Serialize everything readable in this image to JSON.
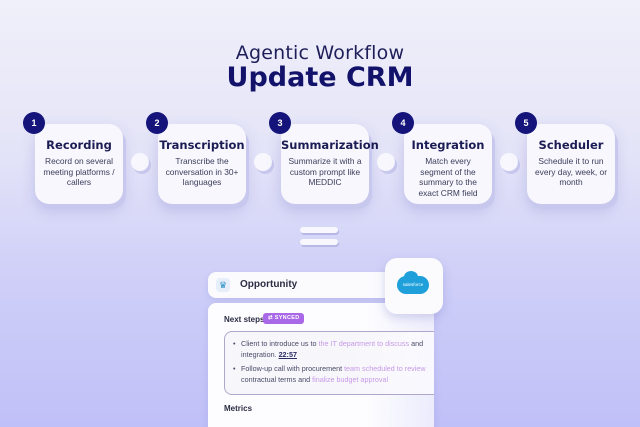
{
  "header": {
    "subtitle": "Agentic Workflow",
    "title": "Update CRM"
  },
  "steps": [
    {
      "number": "1",
      "title": "Recording",
      "description": "Record on several meeting platforms / callers"
    },
    {
      "number": "2",
      "title": "Transcription",
      "description": "Transcribe the conversation in 30+ languages"
    },
    {
      "number": "3",
      "title": "Summarization",
      "description": "Summarize it with a custom prompt like MEDDIC"
    },
    {
      "number": "4",
      "title": "Integration",
      "description": "Match every segment of the summary to the exact CRM field"
    },
    {
      "number": "5",
      "title": "Scheduler",
      "description": "Schedule it to run every day, week, or month"
    }
  ],
  "equals_icon": "equals-icon",
  "crm_preview": {
    "object_label": "Opportunity",
    "object_icon": "crown-icon",
    "integration_logo": "salesforce",
    "next_steps": {
      "label": "Next steps",
      "badge": "SYNCED",
      "items": [
        {
          "text_a": "Client to introduce us to ",
          "highlight": "the IT department to discuss",
          "text_b": " and integration. ",
          "timestamp": "22:57"
        },
        {
          "text_a": "Follow-up call with procurement ",
          "highlight": "team scheduled to review",
          "text_b": " contractual terms and ",
          "highlight2": "finalize budget approval"
        }
      ]
    },
    "metrics_label": "Metrics"
  },
  "colors": {
    "accent_navy": "#14147a",
    "badge_purple": "#a868e8",
    "salesforce_blue": "#1fa0da"
  }
}
